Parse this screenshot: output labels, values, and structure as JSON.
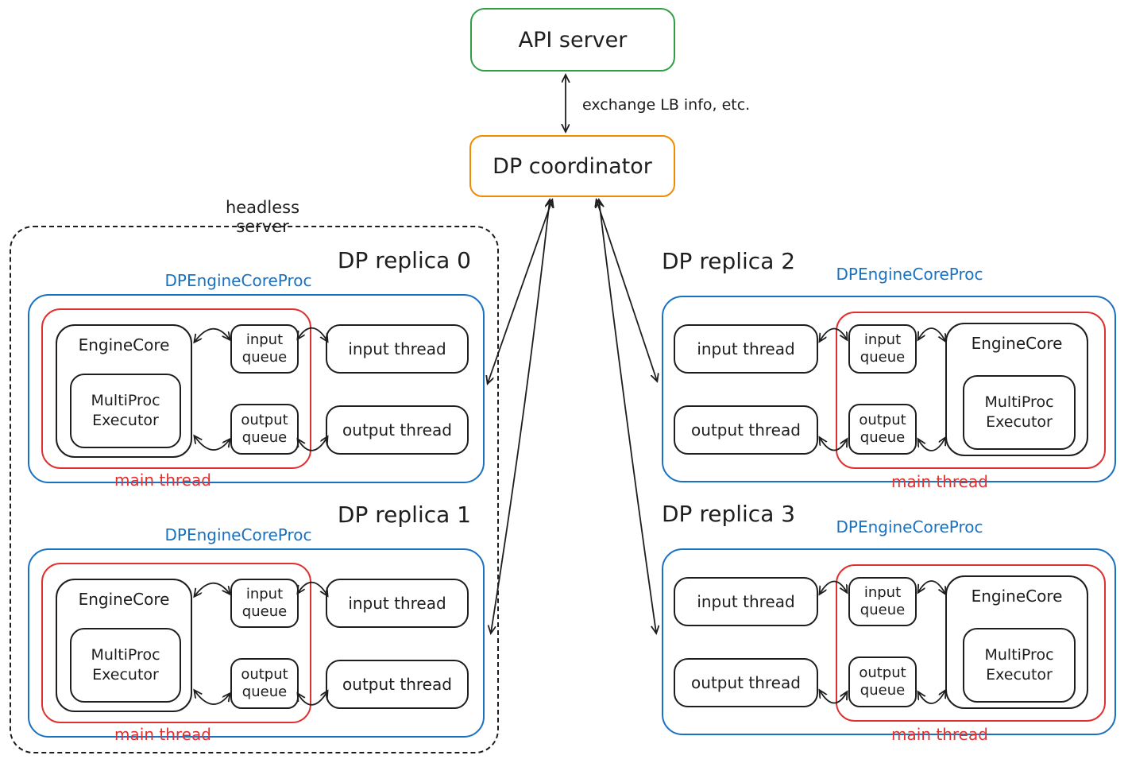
{
  "colors": {
    "api_server_border": "#2f9e44",
    "coordinator_border": "#f08c00",
    "engine_proc_border": "#1971c2",
    "main_thread_accent": "#e03131",
    "ink": "#1e1e1e"
  },
  "top": {
    "api_server_label": "API server",
    "coordinator_label": "DP coordinator",
    "exchange_label": "exchange LB info, etc."
  },
  "headless_server_label": "headless server",
  "replicas": [
    {
      "title": "DP replica 0",
      "proc_label": "DPEngineCoreProc",
      "engine_core_label": "EngineCore",
      "executor_label": "MultiProc Executor",
      "input_queue_label": "input queue",
      "output_queue_label": "output queue",
      "input_thread_label": "input thread",
      "output_thread_label": "output thread",
      "main_thread_label": "main thread"
    },
    {
      "title": "DP replica 1",
      "proc_label": "DPEngineCoreProc",
      "engine_core_label": "EngineCore",
      "executor_label": "MultiProc Executor",
      "input_queue_label": "input queue",
      "output_queue_label": "output queue",
      "input_thread_label": "input thread",
      "output_thread_label": "output thread",
      "main_thread_label": "main thread"
    },
    {
      "title": "DP replica 2",
      "proc_label": "DPEngineCoreProc",
      "engine_core_label": "EngineCore",
      "executor_label": "MultiProc Executor",
      "input_queue_label": "input queue",
      "output_queue_label": "output queue",
      "input_thread_label": "input thread",
      "output_thread_label": "output thread",
      "main_thread_label": "main thread"
    },
    {
      "title": "DP replica 3",
      "proc_label": "DPEngineCoreProc",
      "engine_core_label": "EngineCore",
      "executor_label": "MultiProc Executor",
      "input_queue_label": "input queue",
      "output_queue_label": "output queue",
      "input_thread_label": "input thread",
      "output_thread_label": "output thread",
      "main_thread_label": "main thread"
    }
  ]
}
